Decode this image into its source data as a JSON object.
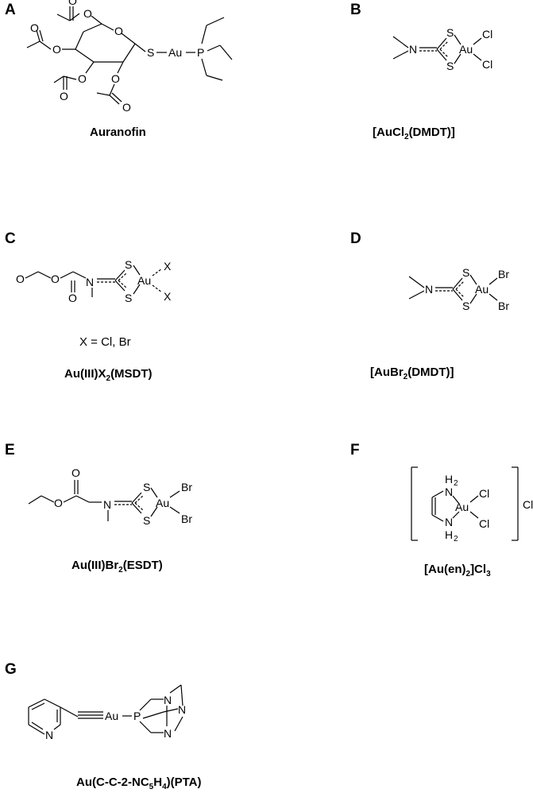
{
  "panels": {
    "a": {
      "label": "A",
      "caption": "Auranofin"
    },
    "b": {
      "label": "B",
      "caption_pre": "[AuCl",
      "caption_sub": "2",
      "caption_post": "(DMDT)]"
    },
    "c": {
      "label": "C",
      "caption_pre": "Au(III)X",
      "caption_sub": "2",
      "caption_post": "(MSDT)",
      "note": "X = Cl, Br"
    },
    "d": {
      "label": "D",
      "caption_pre": "[AuBr",
      "caption_sub": "2",
      "caption_post": "(DMDT)]"
    },
    "e": {
      "label": "E",
      "caption_pre": "Au(III)Br",
      "caption_sub": "2",
      "caption_post": "(ESDT)"
    },
    "f": {
      "label": "F",
      "caption_pre": "[Au(en)",
      "caption_sub": "2",
      "caption_post": "]Cl",
      "caption_sub2": "3"
    },
    "g": {
      "label": "G",
      "caption_pre": "Au(C-C-2-NC",
      "caption_sub": "5",
      "caption_mid": "H",
      "caption_sub2": "4",
      "caption_post": ")(PTA)"
    }
  },
  "atoms": {
    "S": "S",
    "Au": "Au",
    "P": "P",
    "N": "N",
    "O": "O",
    "Cl": "Cl",
    "Br": "Br",
    "X": "X",
    "H": "H",
    "H2": "2"
  }
}
